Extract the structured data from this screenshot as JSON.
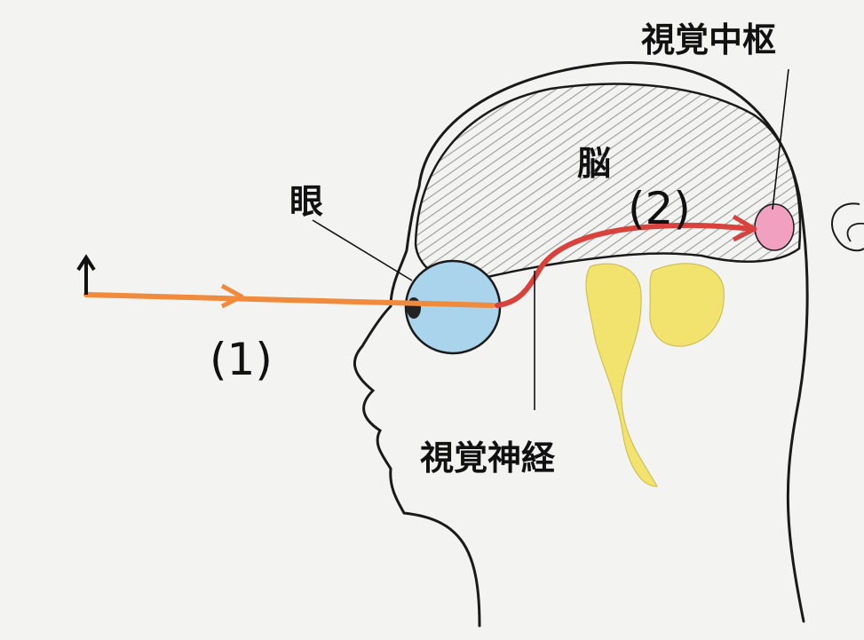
{
  "labels": {
    "visual_center": "視覚中枢",
    "brain": "脳",
    "eye": "眼",
    "optic_nerve": "視覚神経",
    "step_1": "(1)",
    "step_2": "(2)"
  },
  "colors": {
    "background": "#f3f3f1",
    "outline": "#1a1a1a",
    "brain_fill": "#d8d8d8",
    "brain_hatch": "#9a9a9a",
    "eye_fill": "#a9d4ec",
    "light_ray": "#f08a3c",
    "nerve_path": "#d9413c",
    "visual_center_fill": "#f2a0c0",
    "brainstem_fill": "#f2e36f"
  },
  "icons": [
    "up-arrow-icon",
    "ray-arrowhead-icon",
    "nerve-arrowhead-icon",
    "ear-icon"
  ]
}
